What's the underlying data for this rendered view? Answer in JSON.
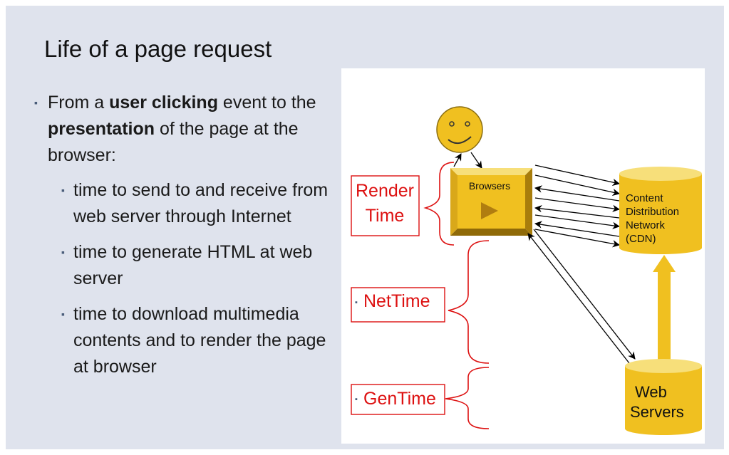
{
  "title": "Life of a page request",
  "bullets": {
    "main": {
      "pre": "From a ",
      "bold1": "user clicking",
      "mid1": " event to the ",
      "bold2": "presentation",
      "post": " of the page at the browser:"
    },
    "sub": [
      "time to send to and receive from web server through Internet",
      "time to generate HTML at web server",
      "time to download multimedia contents and to render the page at browser"
    ]
  },
  "diagram": {
    "render_label_line1": "Render",
    "render_label_line2": "Time",
    "net_label": "NetTime",
    "gen_label": "GenTime",
    "browser_label": "Browsers",
    "cdn_label_lines": [
      "Content",
      "Distribution",
      "Network",
      "(CDN)"
    ],
    "web_label_lines": [
      "Web",
      "Servers"
    ],
    "colors": {
      "label_red": "#dd1111",
      "gold": "#f0c020",
      "gold_dark": "#b8860b",
      "slide_bg": "#dfe3ed"
    }
  }
}
